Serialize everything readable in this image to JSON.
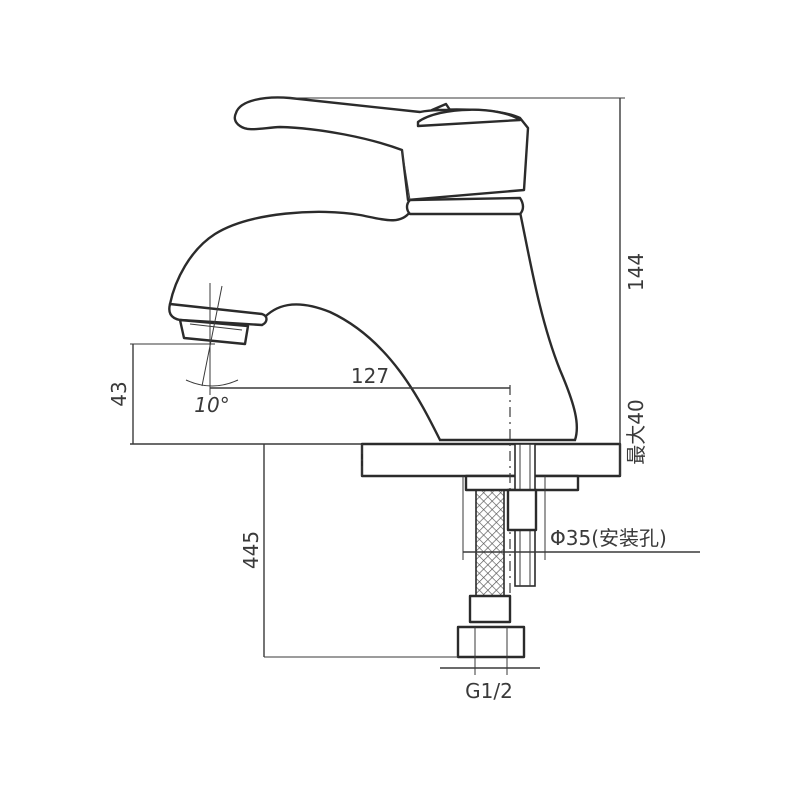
{
  "dimensions": {
    "height_total": "144",
    "spout_height": "43",
    "spout_reach": "127",
    "angle": "10°",
    "max_deck_thickness": "最大40",
    "hose_length": "445",
    "mount_hole": "Φ35(安装孔)",
    "thread": "G1/2"
  },
  "icons": {
    "faucet": "faucet-side-view-drawing"
  },
  "colors": {
    "line": "#2b2b2b",
    "hose_mesh": "#555555"
  }
}
